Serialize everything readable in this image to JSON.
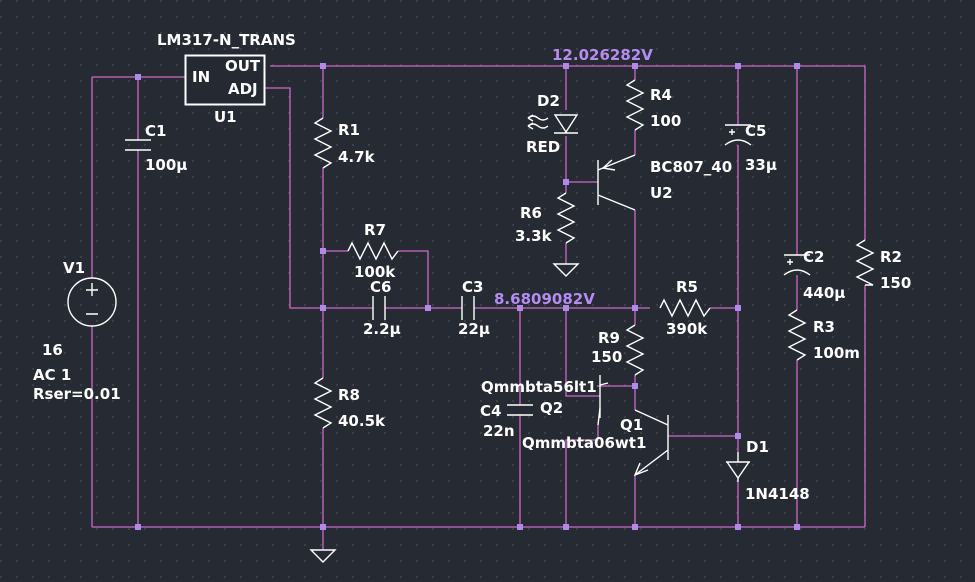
{
  "colors": {
    "background": "#262a33",
    "wire": "#d069c8",
    "component": "#ffffff",
    "node_voltage": "#b58cf0",
    "junction": "#b08ae8"
  },
  "nodes": {
    "v_out": "12.026282V",
    "v_mid": "8.6809082V"
  },
  "components": {
    "u1": {
      "part": "LM317-N_TRANS",
      "ref": "U1",
      "pin_in": "IN",
      "pin_out": "OUT",
      "pin_adj": "ADJ"
    },
    "c1": {
      "ref": "C1",
      "value": "100µ"
    },
    "v1": {
      "ref": "V1",
      "dc": "16",
      "ac": "AC 1",
      "rser": "Rser=0.01"
    },
    "r1": {
      "ref": "R1",
      "value": "4.7k"
    },
    "r7": {
      "ref": "R7",
      "value": "100k"
    },
    "c6": {
      "ref": "C6",
      "value": "2.2µ"
    },
    "c3": {
      "ref": "C3",
      "value": "22µ"
    },
    "r8": {
      "ref": "R8",
      "value": "40.5k"
    },
    "d2": {
      "ref": "D2",
      "value": "RED"
    },
    "r4": {
      "ref": "R4",
      "value": "100"
    },
    "r6": {
      "ref": "R6",
      "value": "3.3k"
    },
    "u2": {
      "part": "BC807_40",
      "ref": "U2"
    },
    "c5": {
      "ref": "C5",
      "value": "33µ"
    },
    "r5": {
      "ref": "R5",
      "value": "390k"
    },
    "r9": {
      "ref": "R9",
      "value": "150"
    },
    "q2": {
      "part": "Qmmbta56lt1",
      "ref": "Q2"
    },
    "c4": {
      "ref": "C4",
      "value": "22n"
    },
    "q1": {
      "part": "Qmmbta06wt1",
      "ref": "Q1"
    },
    "d1": {
      "ref": "D1",
      "value": "1N4148"
    },
    "c2": {
      "ref": "C2",
      "value": "440µ"
    },
    "r3": {
      "ref": "R3",
      "value": "100m"
    },
    "r2": {
      "ref": "R2",
      "value": "150"
    }
  }
}
